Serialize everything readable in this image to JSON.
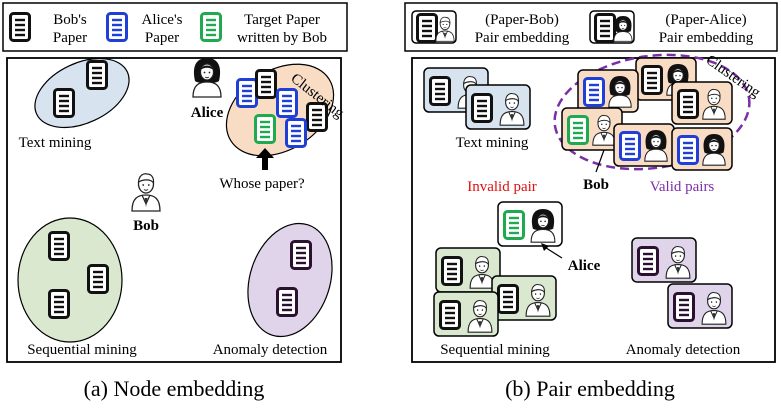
{
  "colors": {
    "bob": "#111111",
    "alice": "#1f3fd6",
    "target": "#1faa4f",
    "anomaly_doc": "#2b1030",
    "text_cluster": "#d7e4f0",
    "seq_cluster": "#d9e8cf",
    "anomaly_cluster": "#e0d4ea",
    "alice_cluster": "#f8dcc4",
    "valid": "#7a2fa8",
    "invalid": "#e01010"
  },
  "legend_a": {
    "bob_paper": [
      "Bob's",
      "Paper"
    ],
    "alice_paper": [
      "Alice's",
      "Paper"
    ],
    "target_paper": [
      "Target Paper",
      "written by Bob"
    ]
  },
  "legend_b": {
    "paper_bob": [
      "(Paper-Bob)",
      "Pair embedding"
    ],
    "paper_alice": [
      "(Paper-Alice)",
      "Pair embedding"
    ]
  },
  "panel_a": {
    "text_mining": "Text mining",
    "sequential_mining": "Sequential mining",
    "anomaly_detection": "Anomaly detection",
    "alice": "Alice",
    "bob": "Bob",
    "clustering": "Clustering",
    "whose_paper": "Whose paper?",
    "caption": "(a) Node embedding"
  },
  "panel_b": {
    "text_mining": "Text mining",
    "sequential_mining": "Sequential mining",
    "anomaly_detection": "Anomaly detection",
    "clustering": "Clustering",
    "invalid_pair": "Invalid pair",
    "valid_pairs": "Valid pairs",
    "bob": "Bob",
    "alice": "Alice",
    "caption": "(b) Pair embedding"
  }
}
